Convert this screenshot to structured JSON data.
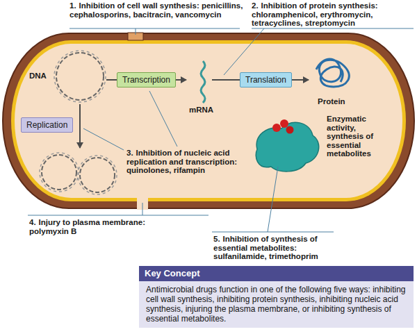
{
  "diagram": {
    "nodes": [
      {
        "text": [
          "Transcription"
        ]
      },
      {
        "text": [
          "Translation"
        ]
      },
      {
        "text": [
          "Replication"
        ]
      },
      {
        "text": [
          "Key Concept",
          "Antimicrobial drugs function in one of the following five ways: inhibiting cell wall synthesis, inhibiting protein synthesis, inhibiting nucleic acid synthesis, injuring the plasma membrane, or inhibiting synthesis of essential metabolites."
        ]
      }
    ],
    "labels": [
      "1.",
      "Inhibition of cell wall synthesis: penicillins, cephalosporins, bacitracin, vancomycin",
      "2.",
      "Inhibition of protein synthesis: chloramphenicol, erythromycin, tetracyclines, streptomycin",
      "DNA",
      "mRNA",
      "Protein",
      "3.",
      "Inhibition of nucleic acid replication and transcription: quinolones, rifampin",
      "Enzymatic activity, synthesis of essential metabolites",
      "4.",
      "Injury to plasma membrane: polymyxin B",
      "5.",
      "Inhibition of synthesis of essential metabolites: sulfanilamide, trimethoprim"
    ]
  }
}
